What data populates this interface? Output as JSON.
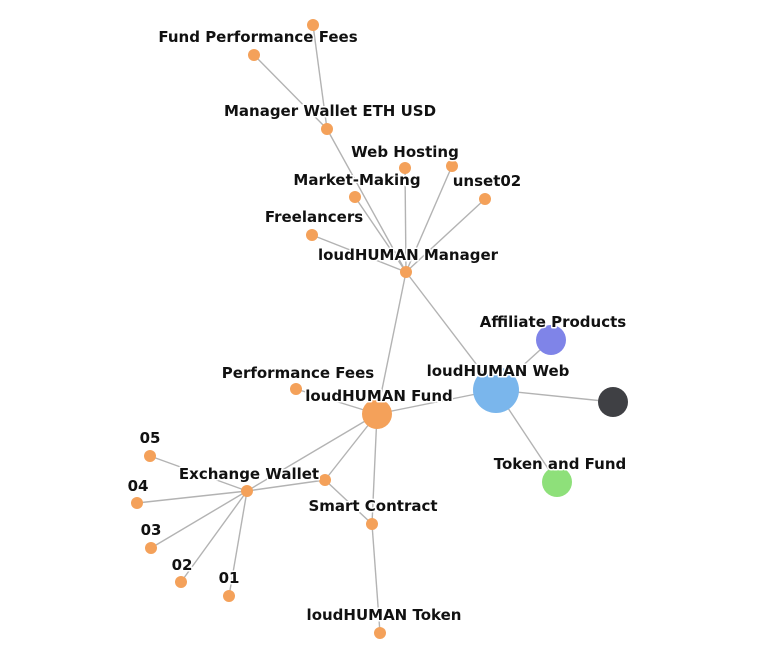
{
  "graph": {
    "nodes": [
      {
        "id": "fund-performance-fees",
        "label": "Fund Performance Fees",
        "color": "#f4a15a"
      },
      {
        "id": "fpf-top",
        "label": "",
        "color": "#f4a15a"
      },
      {
        "id": "manager-wallet-eth-usd",
        "label": "Manager Wallet ETH USD",
        "color": "#f4a15a"
      },
      {
        "id": "web-hosting",
        "label": "Web Hosting",
        "color": "#f4a15a"
      },
      {
        "id": "web-hosting-2",
        "label": "",
        "color": "#f4a15a"
      },
      {
        "id": "market-making",
        "label": "Market-Making",
        "color": "#f4a15a"
      },
      {
        "id": "unset02",
        "label": "unset02",
        "color": "#f4a15a"
      },
      {
        "id": "freelancers",
        "label": "Freelancers",
        "color": "#f4a15a"
      },
      {
        "id": "loudhuman-manager",
        "label": "loudHUMAN Manager",
        "color": "#f4a15a"
      },
      {
        "id": "affiliate-products",
        "label": "Affiliate Products",
        "color": "#7f84e8"
      },
      {
        "id": "loudhuman-web",
        "label": "loudHUMAN Web",
        "color": "#7ab6ec"
      },
      {
        "id": "dark-node",
        "label": "",
        "color": "#3f4044"
      },
      {
        "id": "token-and-fund",
        "label": "Token and Fund",
        "color": "#8ee07a"
      },
      {
        "id": "performance-fees",
        "label": "Performance Fees",
        "color": "#f4a15a"
      },
      {
        "id": "loudhuman-fund",
        "label": "loudHUMAN Fund",
        "color": "#f4a15a"
      },
      {
        "id": "exchange-wallet",
        "label": "Exchange Wallet",
        "color": "#f4a15a"
      },
      {
        "id": "smart-contract-joint",
        "label": "",
        "color": "#f4a15a"
      },
      {
        "id": "smart-contract",
        "label": "Smart Contract",
        "color": "#f4a15a"
      },
      {
        "id": "loudhuman-token",
        "label": "loudHUMAN Token",
        "color": "#f4a15a"
      },
      {
        "id": "n05",
        "label": "05",
        "color": "#f4a15a"
      },
      {
        "id": "n04",
        "label": "04",
        "color": "#f4a15a"
      },
      {
        "id": "n03",
        "label": "03",
        "color": "#f4a15a"
      },
      {
        "id": "n02",
        "label": "02",
        "color": "#f4a15a"
      },
      {
        "id": "n01",
        "label": "01",
        "color": "#f4a15a"
      }
    ],
    "edges": [
      [
        "fund-performance-fees",
        "manager-wallet-eth-usd"
      ],
      [
        "fpf-top",
        "manager-wallet-eth-usd"
      ],
      [
        "manager-wallet-eth-usd",
        "loudhuman-manager"
      ],
      [
        "web-hosting",
        "loudhuman-manager"
      ],
      [
        "web-hosting-2",
        "loudhuman-manager"
      ],
      [
        "market-making",
        "loudhuman-manager"
      ],
      [
        "unset02",
        "loudhuman-manager"
      ],
      [
        "freelancers",
        "loudhuman-manager"
      ],
      [
        "loudhuman-manager",
        "loudhuman-web"
      ],
      [
        "loudhuman-manager",
        "loudhuman-fund"
      ],
      [
        "affiliate-products",
        "loudhuman-web"
      ],
      [
        "loudhuman-web",
        "dark-node"
      ],
      [
        "loudhuman-web",
        "token-and-fund"
      ],
      [
        "loudhuman-web",
        "loudhuman-fund"
      ],
      [
        "performance-fees",
        "loudhuman-fund"
      ],
      [
        "loudhuman-fund",
        "exchange-wallet"
      ],
      [
        "loudhuman-fund",
        "smart-contract-joint"
      ],
      [
        "loudhuman-fund",
        "smart-contract"
      ],
      [
        "smart-contract-joint",
        "exchange-wallet"
      ],
      [
        "smart-contract-joint",
        "smart-contract"
      ],
      [
        "smart-contract",
        "loudhuman-token"
      ],
      [
        "n05",
        "exchange-wallet"
      ],
      [
        "n04",
        "exchange-wallet"
      ],
      [
        "n03",
        "exchange-wallet"
      ],
      [
        "n02",
        "exchange-wallet"
      ],
      [
        "n01",
        "exchange-wallet"
      ]
    ]
  }
}
